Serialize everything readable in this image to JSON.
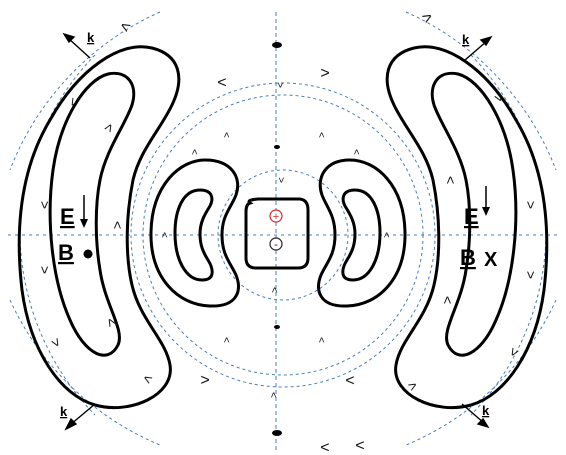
{
  "labels": {
    "k_top_left": "k",
    "k_top_right": "k",
    "k_bottom_left": "k",
    "k_bottom_right": "k",
    "e_left": "E",
    "b_left": "B",
    "e_right": "E",
    "b_right": "B",
    "b_right_symbol": "X",
    "charge_plus": "+",
    "charge_minus": "-",
    "field_arrow_glyph": ">"
  },
  "colors": {
    "field_line": "#000000",
    "wavefront_dashed": "#4a7ebb",
    "axis_dashed": "#4a7ebb",
    "positive_charge": "#d62728",
    "negative_charge": "#222222"
  }
}
